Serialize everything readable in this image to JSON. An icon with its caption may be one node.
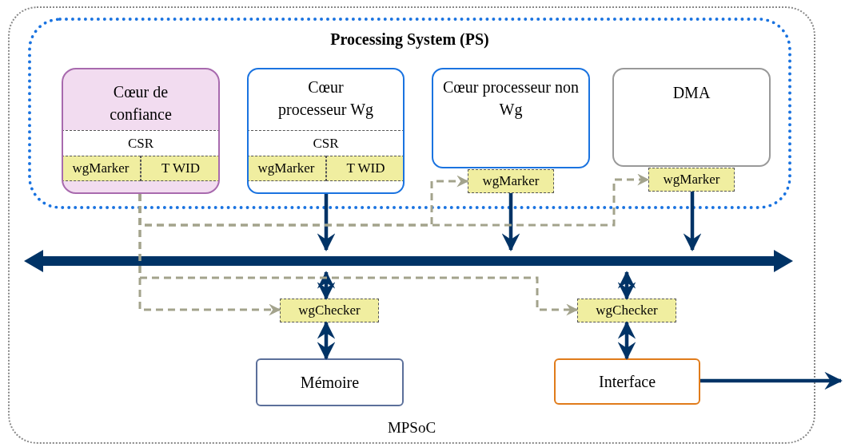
{
  "diagram": {
    "nodes": [
      {
        "text": [
          "MPSoC"
        ]
      },
      {
        "text": [
          "Processing System (PS)"
        ],
        "in": 0
      },
      {
        "text": [
          "Cœur de confiance"
        ],
        "in": 1
      },
      {
        "text": [
          "CSR"
        ],
        "in": 2
      },
      {
        "text": [
          "wgMarker"
        ],
        "in": 2
      },
      {
        "text": [
          "T WID"
        ],
        "in": 2
      },
      {
        "text": [
          "Cœur processeur Wg"
        ],
        "in": 1
      },
      {
        "text": [
          "CSR"
        ],
        "in": 6
      },
      {
        "text": [
          "wgMarker"
        ],
        "in": 6
      },
      {
        "text": [
          "T WID"
        ],
        "in": 6
      },
      {
        "text": [
          "Cœur processeur non Wg"
        ],
        "in": 1
      },
      {
        "text": [
          "wgMarker"
        ],
        "in": 1
      },
      {
        "text": [
          "DMA"
        ],
        "in": 1
      },
      {
        "text": [
          "wgMarker"
        ],
        "in": 1
      },
      {
        "text": [],
        "shape": "bar",
        "in": 0
      },
      {
        "text": [
          "wgChecker"
        ],
        "in": 0
      },
      {
        "text": [
          "wgChecker"
        ],
        "in": 0
      },
      {
        "text": [
          "Mémoire"
        ],
        "in": 0
      },
      {
        "text": [
          "Interface"
        ],
        "in": 0
      }
    ],
    "edges": [
      {
        "from": 6,
        "to": 14,
        "arrow": "to"
      },
      {
        "from": 11,
        "to": 14,
        "arrow": "to"
      },
      {
        "from": 13,
        "to": 14,
        "arrow": "to"
      },
      {
        "from": 14,
        "to": 15,
        "arrow": "both"
      },
      {
        "from": 15,
        "to": 17,
        "arrow": "both"
      },
      {
        "from": 14,
        "to": 16,
        "arrow": "both"
      },
      {
        "from": 16,
        "to": 18,
        "arrow": "both"
      },
      {
        "from": 18,
        "to": null,
        "arrow": "to"
      },
      {
        "from": 2,
        "to": 15,
        "arrow": "to",
        "style": "dashed",
        "color": "#a3a38c"
      },
      {
        "from": 2,
        "to": 16,
        "arrow": "to",
        "style": "dashed",
        "color": "#a3a38c"
      },
      {
        "from": 2,
        "to": 11,
        "arrow": "to",
        "style": "dashed",
        "color": "#a3a38c"
      },
      {
        "from": 2,
        "to": 13,
        "arrow": "to",
        "style": "dashed",
        "color": "#a3a38c"
      }
    ]
  }
}
